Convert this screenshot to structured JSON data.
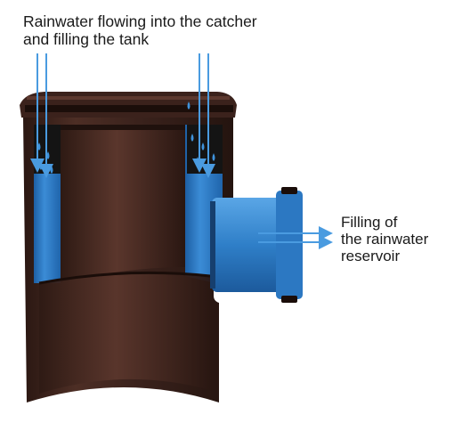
{
  "captions": {
    "inflow": [
      "Rainwater flowing into the catcher",
      "and filling the tank"
    ],
    "outflow": [
      "Filling of",
      "the rainwater",
      "reservoir"
    ]
  },
  "colors": {
    "pipe_brown": "#3b221c",
    "pipe_brown_light": "#5a362c",
    "water_blue": "#2f7fc8",
    "water_blue_light": "#5aa6e6",
    "arrow_blue": "#4a9be0",
    "text": "#1a1a1a"
  }
}
